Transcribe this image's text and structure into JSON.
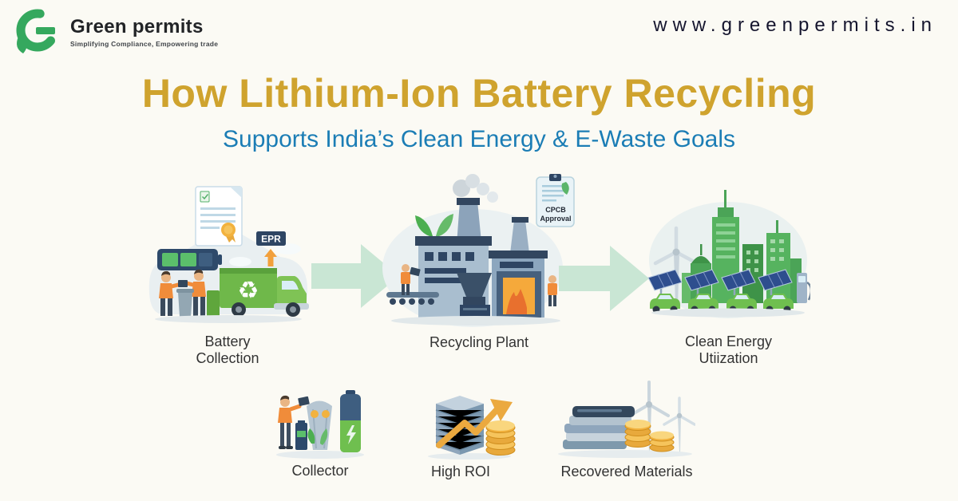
{
  "header": {
    "brand_name": "Green permits",
    "brand_tagline": "Simplifying Compliance, Empowering trade",
    "website": "www.greenpermits.in"
  },
  "title": {
    "main": "How Lithium-Ion Battery Recycling",
    "sub": "Supports India’s Clean Energy & E-Waste Goals"
  },
  "flow": {
    "steps": [
      {
        "id": "battery-collection",
        "label_lines": [
          "Battery",
          "Collection"
        ],
        "badge": "EPR"
      },
      {
        "id": "recycling-plant",
        "label_lines": [
          "Recycling Plant"
        ],
        "badge_lines": [
          "CPCB",
          "Approval"
        ]
      },
      {
        "id": "clean-energy-utilization",
        "label_lines": [
          "Clean Energy",
          "Utiization"
        ]
      }
    ]
  },
  "benefits": [
    {
      "id": "collector",
      "label": "Collector"
    },
    {
      "id": "high-roi",
      "label": "High ROI"
    },
    {
      "id": "recovered-materials",
      "label": "Recovered Materials"
    }
  ],
  "icons": {
    "recycle_symbol": "♻"
  },
  "colors": {
    "background": "#FBFAF4",
    "title_gold": "#CFA32E",
    "subtitle_blue": "#1B7DB5",
    "arrow_mint": "#C9E6D4",
    "brand_green": "#35A85E",
    "caption_dark": "#333333",
    "url_navy": "#15152E",
    "illustration_blue": "#8FA6BC",
    "illustration_green": "#56B35F",
    "accent_orange": "#F08C3A",
    "coin_gold": "#F2B23E"
  }
}
